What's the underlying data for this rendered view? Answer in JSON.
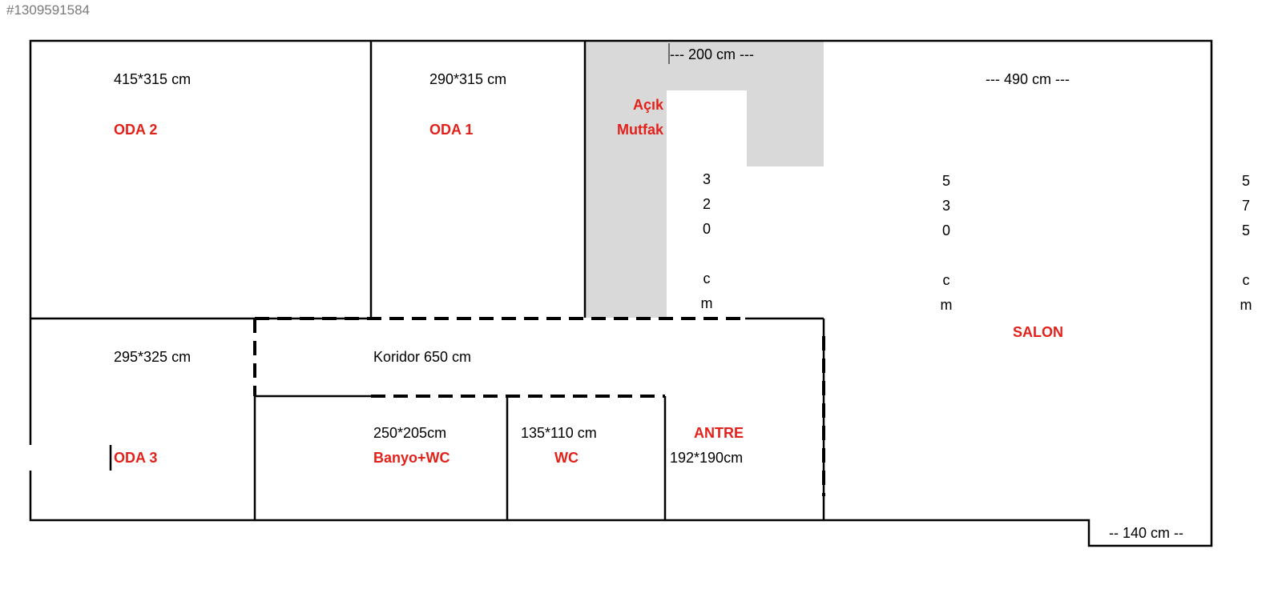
{
  "listing_id": "#1309591584",
  "rooms": {
    "oda2": {
      "name": "ODA 2",
      "size": "415*315 cm"
    },
    "oda1": {
      "name": "ODA 1",
      "size": "290*315 cm"
    },
    "kitchen": {
      "name_line1": "Açık",
      "name_line2": "Mutfak",
      "dimension": "---  200 cm  ---",
      "height_chars": [
        "3",
        "2",
        "0",
        "",
        "c",
        "m"
      ]
    },
    "salon": {
      "name": "SALON",
      "dimension": "---  490 cm  ---",
      "height_chars_inner": [
        "5",
        "3",
        "0",
        "",
        "c",
        "m"
      ],
      "height_chars_outer": [
        "5",
        "7",
        "5",
        "",
        "c",
        "m"
      ],
      "step_dimension": "-- 140 cm --"
    },
    "oda3": {
      "name": "ODA 3",
      "size": "295*325 cm"
    },
    "koridor": {
      "label": "Koridor 650 cm"
    },
    "banyo": {
      "name": "Banyo+WC",
      "size": "250*205cm"
    },
    "wc": {
      "name": "WC",
      "size": "135*110 cm"
    },
    "antre": {
      "name": "ANTRE",
      "size": "192*190cm"
    }
  },
  "colors": {
    "wall": "#000000",
    "room_name": "#e3211b",
    "kitchen_fill": "#d9d9d9"
  }
}
